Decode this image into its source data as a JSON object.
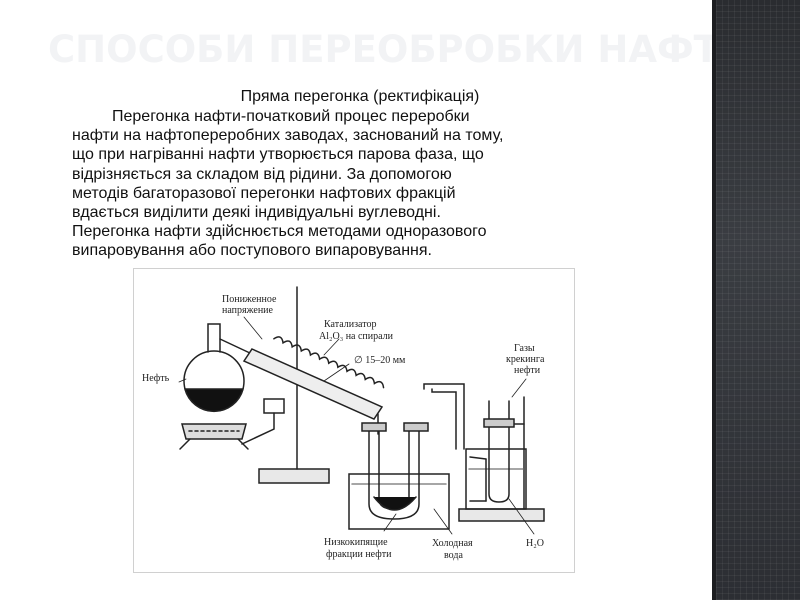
{
  "slide": {
    "title": "СПОСОБИ ПЕРЕОБРОБКИ НАФТИ",
    "subtitle": "Пряма перегонка (ректифікація)",
    "paragraph_lines": [
      "Перегонка нафти-початковий процес переробки нафти на",
      "нафтопереробних заводах, заснований на тому, що при нагріванні",
      "нафти утворюється парова фаза, що відрізняється за складом від",
      "рідини. За допомогою методів багаторазової перегонки нафтових",
      "фракцій вдається виділити деякі індивідуальні вуглеводні.",
      "Перегонка нафти здійснюється методами одноразового",
      "випаровування або поступового випаровування."
    ]
  },
  "figure": {
    "labels": {
      "pressure_line1": "Пониженное",
      "pressure_line2": "напряжение",
      "catalyst_line1": "Катализатор",
      "catalyst_line2": "Al₂O₃ на спирали",
      "diameter": "∅ 15–20 мм",
      "oil": "Нефть",
      "gases_line1": "Газы",
      "gases_line2": "крекинга",
      "gases_line3": "нефти",
      "fractions_line1": "Низкокипящие",
      "fractions_line2": "фракции нефти",
      "cold_water_line1": "Холодная",
      "cold_water_line2": "вода",
      "water": "H₂O"
    }
  },
  "colors": {
    "title": "#f2f3f5",
    "side_panel": "#34373c"
  }
}
